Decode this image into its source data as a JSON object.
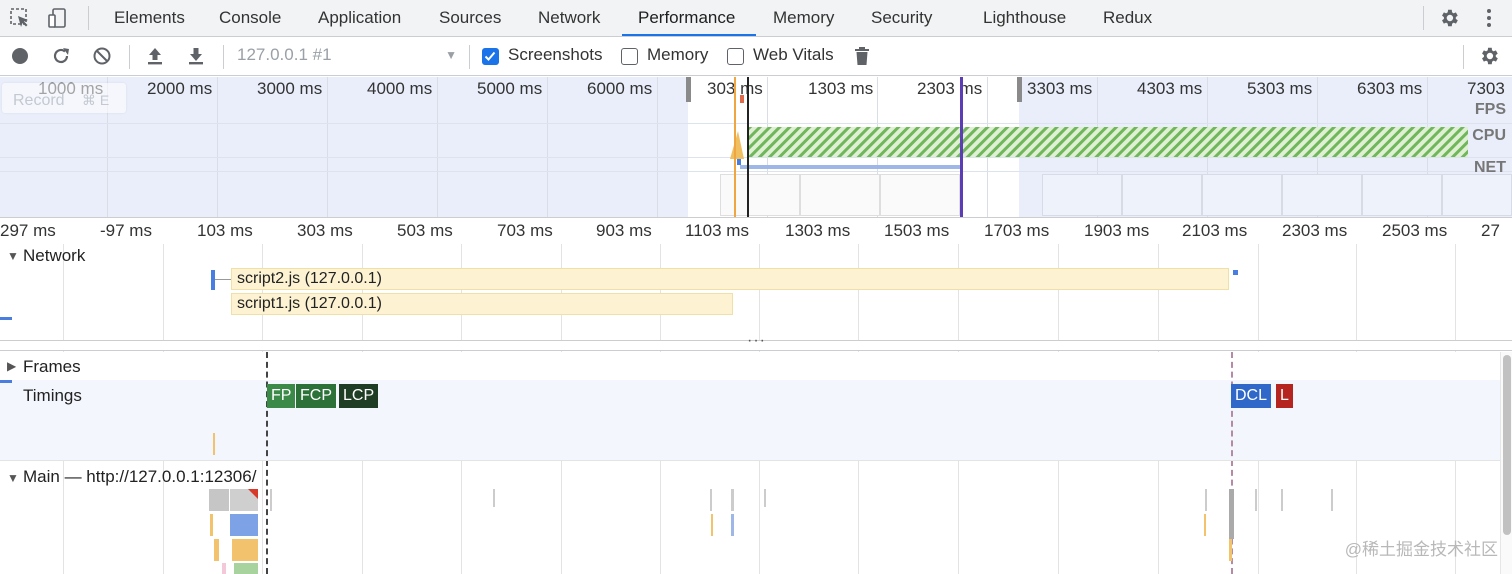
{
  "tabs": [
    {
      "label": "Elements"
    },
    {
      "label": "Console"
    },
    {
      "label": "Application"
    },
    {
      "label": "Sources"
    },
    {
      "label": "Network"
    },
    {
      "label": "Performance",
      "active": true
    },
    {
      "label": "Memory"
    },
    {
      "label": "Security"
    },
    {
      "label": "Lighthouse"
    },
    {
      "label": "Redux"
    }
  ],
  "toolbar": {
    "profile_select": "127.0.0.1 #1",
    "screenshots_label": "Screenshots",
    "screenshots_checked": true,
    "memory_label": "Memory",
    "memory_checked": false,
    "webvitals_label": "Web Vitals",
    "webvitals_checked": false
  },
  "overview": {
    "record_tooltip": "Record",
    "ticks_left": [
      "1000 ms",
      "2000 ms",
      "3000 ms",
      "4000 ms",
      "5000 ms",
      "6000 ms"
    ],
    "ticks_selection": [
      "303 ms",
      "1303 ms",
      "2303 ms"
    ],
    "ticks_right": [
      "3303 ms",
      "4303 ms",
      "5303 ms",
      "6303 ms",
      "7303"
    ],
    "track_labels": {
      "fps": "FPS",
      "cpu": "CPU",
      "net": "NET"
    }
  },
  "ruler": {
    "ticks": [
      "297 ms",
      "-97 ms",
      "103 ms",
      "303 ms",
      "503 ms",
      "703 ms",
      "903 ms",
      "1103 ms",
      "1303 ms",
      "1503 ms",
      "1703 ms",
      "1903 ms",
      "2103 ms",
      "2303 ms",
      "2503 ms",
      "27"
    ]
  },
  "network": {
    "title": "Network",
    "requests": [
      {
        "label": "script2.js (127.0.0.1)"
      },
      {
        "label": "script1.js (127.0.0.1)"
      }
    ]
  },
  "frames": {
    "title": "Frames"
  },
  "timings": {
    "title": "Timings",
    "markers": [
      {
        "label": "FP",
        "color": "#3b8a47"
      },
      {
        "label": "FCP",
        "color": "#2b7138"
      },
      {
        "label": "LCP",
        "color": "#1e3d24"
      },
      {
        "label": "DCL",
        "color": "#2f68c9"
      },
      {
        "label": "L",
        "color": "#b5241f"
      }
    ]
  },
  "main": {
    "title": "Main — http://127.0.0.1:12306/"
  },
  "watermark": "@稀土掘金技术社区"
}
